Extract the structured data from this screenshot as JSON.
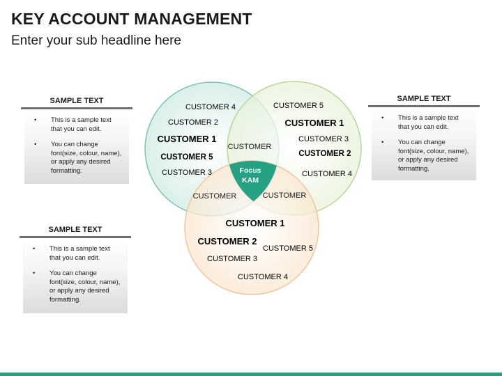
{
  "header": {
    "title": "KEY ACCOUNT MANAGEMENT",
    "subtitle": "Enter your sub headline here"
  },
  "panels": [
    {
      "heading": "SAMPLE TEXT",
      "bullets": [
        "This is a sample text that you can edit.",
        "You can change font(size, colour, name), or apply any desired formatting."
      ]
    },
    {
      "heading": "SAMPLE TEXT",
      "bullets": [
        "This is a sample text that you can edit.",
        "You can change font(size, colour, name), or apply any desired formatting."
      ]
    },
    {
      "heading": "SAMPLE TEXT",
      "bullets": [
        "This is a sample text that you can edit.",
        "You can change font(size, colour, name), or apply any desired formatting."
      ]
    }
  ],
  "venn": {
    "center_label_line1": "Focus",
    "center_label_line2": "KAM",
    "overlap_left_right": "CUSTOMER",
    "overlap_left_bottom": "CUSTOMER",
    "overlap_right_bottom": "CUSTOMER",
    "left": [
      "CUSTOMER 4",
      "CUSTOMER 2",
      "CUSTOMER 1",
      "CUSTOMER 5",
      "CUSTOMER 3"
    ],
    "right": [
      "CUSTOMER 5",
      "CUSTOMER 1",
      "CUSTOMER 3",
      "CUSTOMER 2",
      "CUSTOMER 4"
    ],
    "bottom": [
      "CUSTOMER 1",
      "CUSTOMER 2",
      "CUSTOMER 5",
      "CUSTOMER 3",
      "CUSTOMER 4"
    ]
  },
  "colors": {
    "accent": "#25a183",
    "left_circle": "#e3f3f0",
    "right_circle": "#f0f6e6",
    "bottom_circle": "#fdf0e2",
    "center": "#25a183"
  }
}
